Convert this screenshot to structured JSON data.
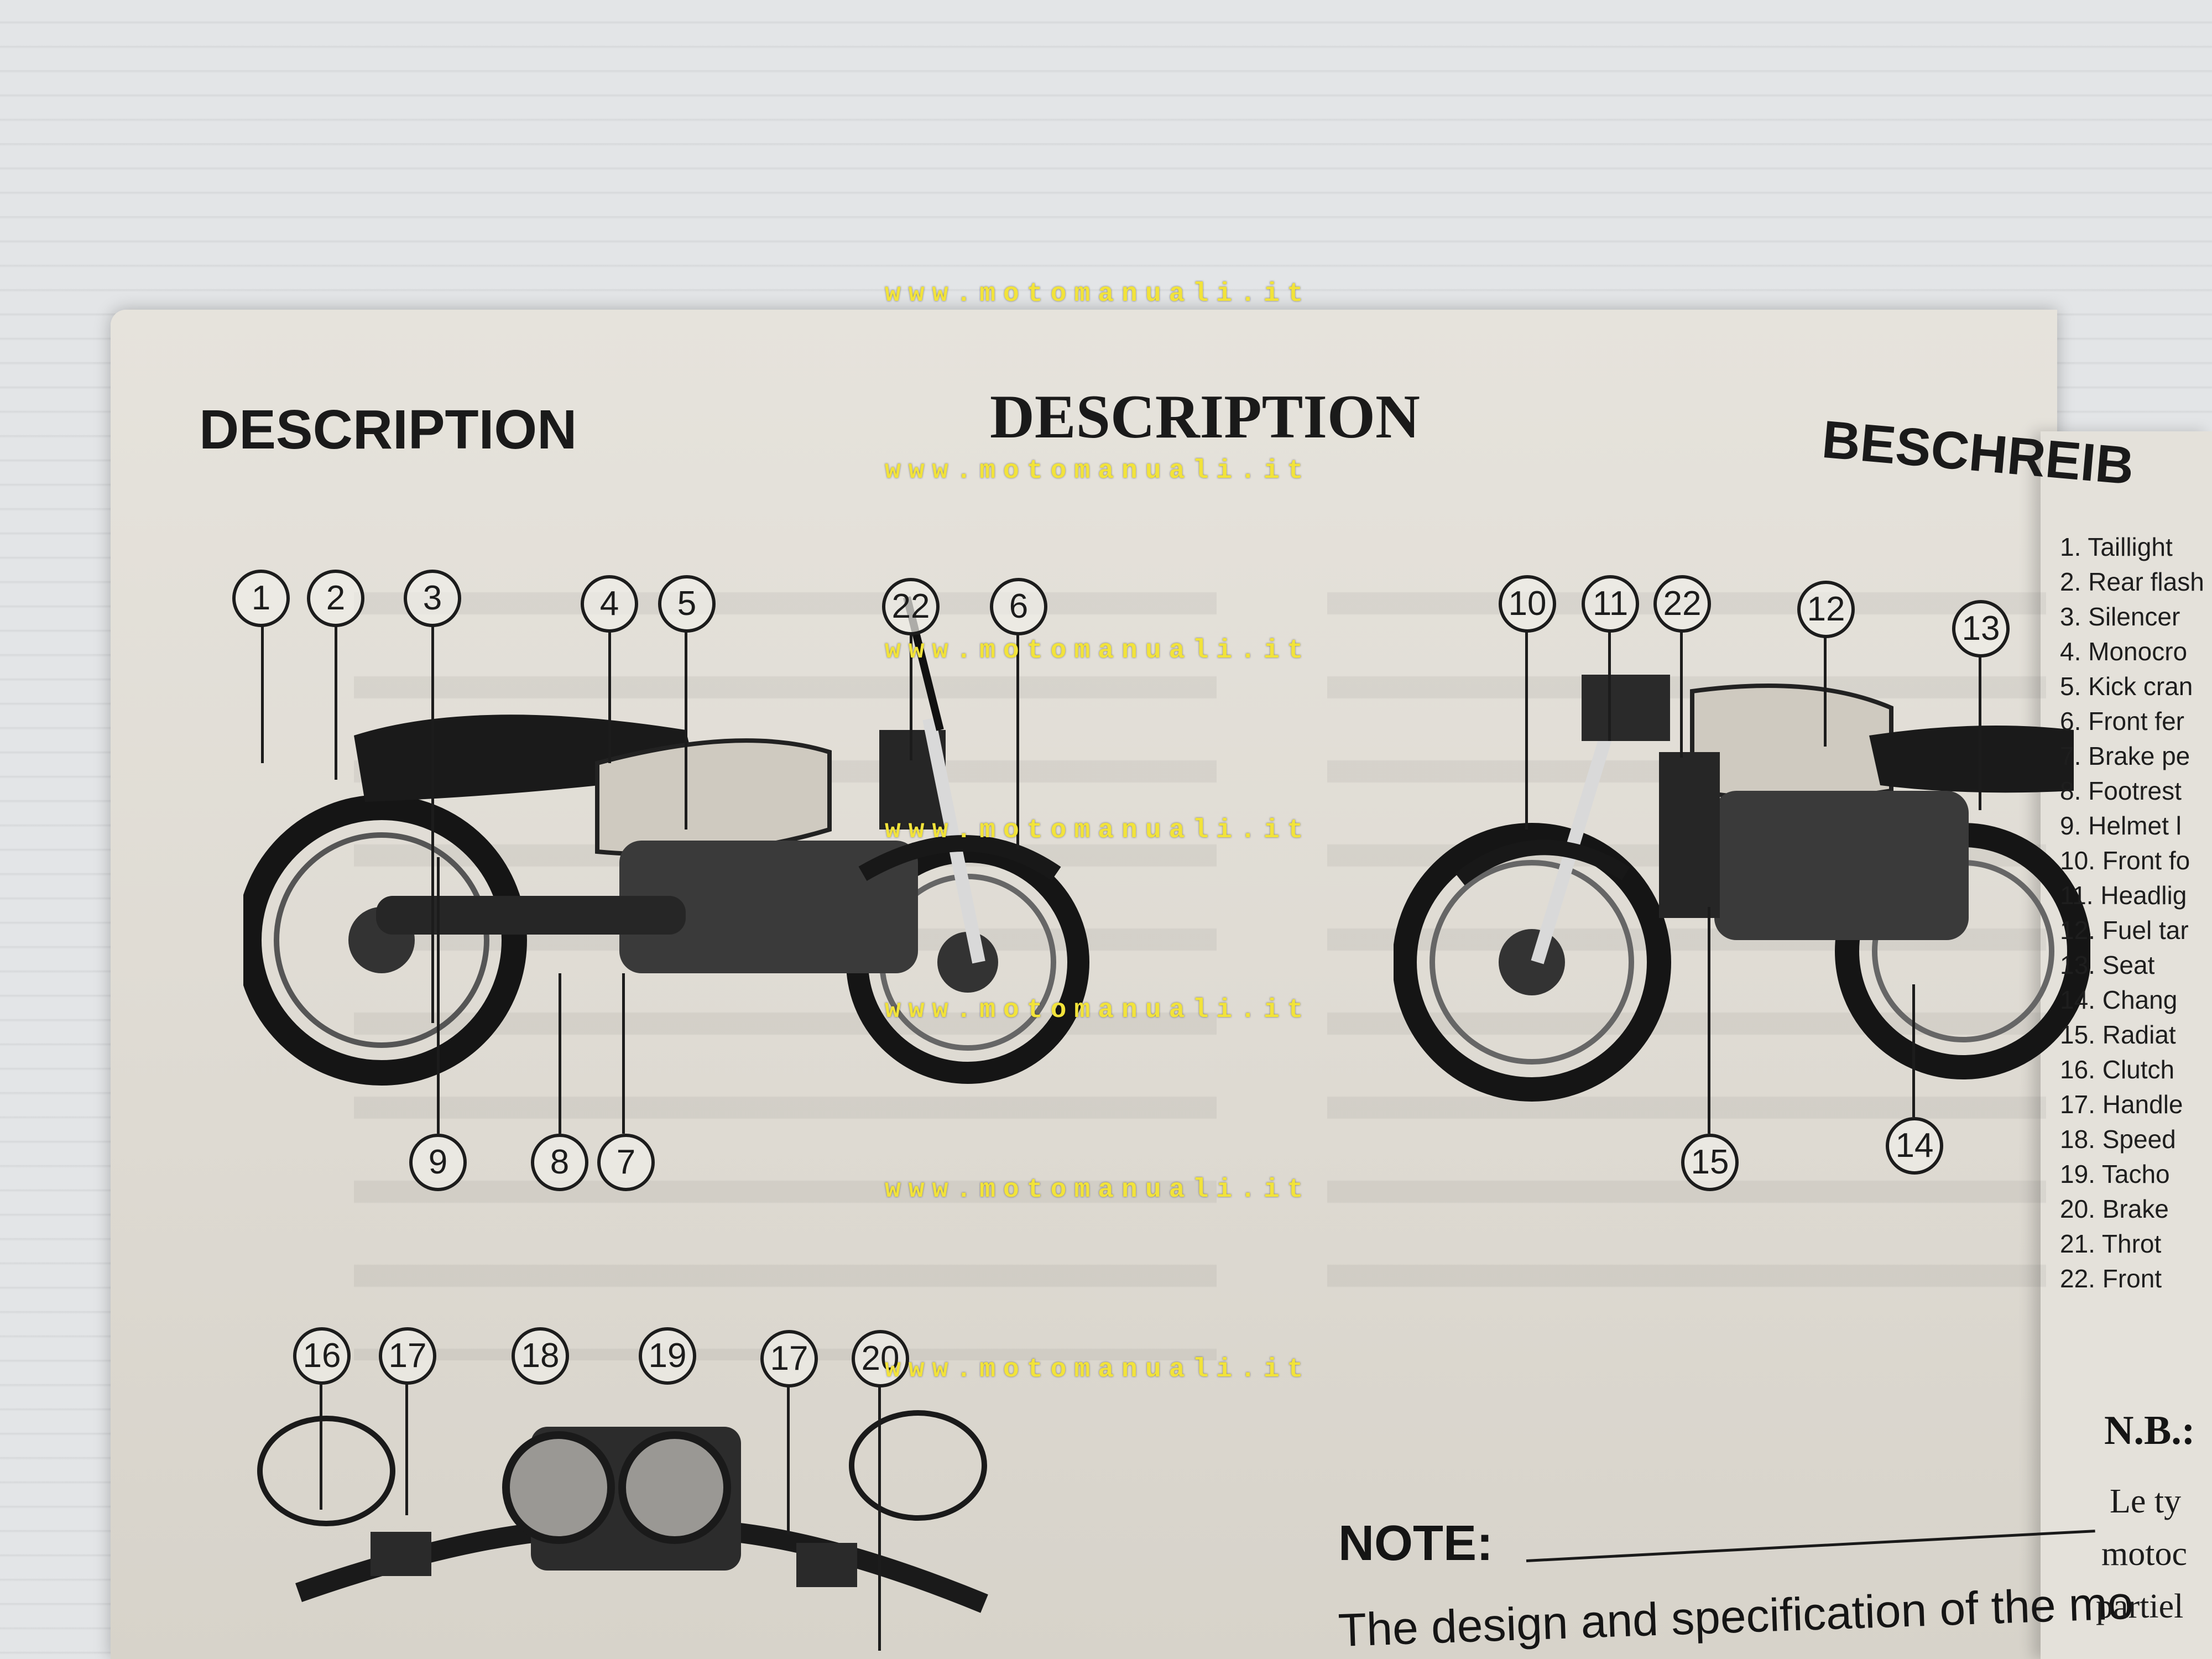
{
  "headings": {
    "left": "DESCRIPTION",
    "center": "DESCRIPTION",
    "right": "BESCHREIB"
  },
  "watermark": "www.motomanuali.it",
  "callouts_left": [
    "1",
    "2",
    "3",
    "4",
    "5",
    "22",
    "6",
    "9",
    "8",
    "7"
  ],
  "callouts_right": [
    "10",
    "11",
    "22",
    "12",
    "13",
    "15",
    "14"
  ],
  "callouts_handlebar": [
    "16",
    "17",
    "18",
    "19",
    "17",
    "20"
  ],
  "legend": [
    "1.  Taillight",
    "2.  Rear flash",
    "3.  Silencer",
    "4.  Monocro",
    "5.  Kick cran",
    "6.  Front fer",
    "7.  Brake pe",
    "8.  Footrest",
    "9.  Helmet l",
    "10. Front fo",
    "11. Headlig",
    "12. Fuel tar",
    "13. Seat",
    "14. Chang",
    "15. Radiat",
    "16. Clutch",
    "17. Handle",
    "18. Speed",
    "19. Tacho",
    "20. Brake",
    "21. Throt",
    "22. Front"
  ],
  "note": {
    "label": "NOTE:",
    "text": "The design and specification of the mo"
  },
  "nb": {
    "label": "N.B.:",
    "lines": [
      "Le  ty",
      "motoc",
      "partiel"
    ]
  }
}
